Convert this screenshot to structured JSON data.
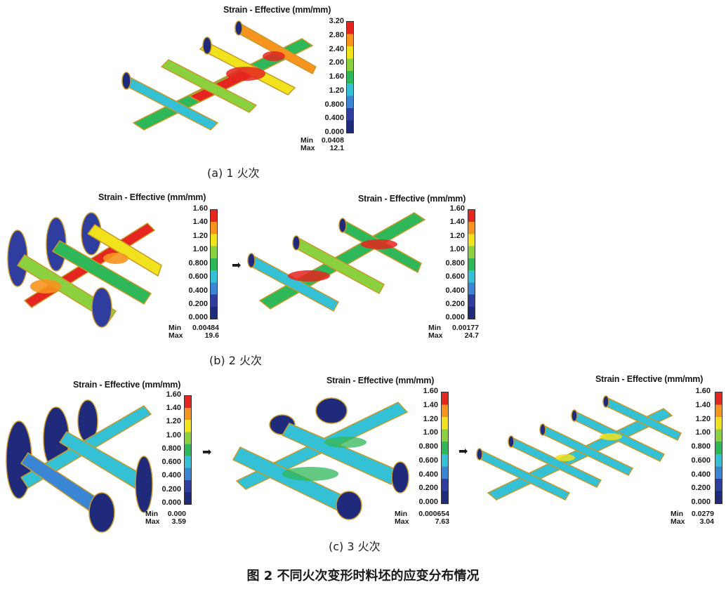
{
  "legend_title": "Strain - Effective (mm/mm)",
  "min_label": "Min",
  "max_label": "Max",
  "arrow_glyph": "➡",
  "colors": [
    "#1f2a7a",
    "#2e3d9e",
    "#3a86d4",
    "#34c1d6",
    "#2fb85a",
    "#8bd13f",
    "#f0e21c",
    "#f7941e",
    "#e5251f"
  ],
  "panel_a": {
    "ticks": [
      "3.20",
      "2.80",
      "2.40",
      "2.00",
      "1.60",
      "1.20",
      "0.800",
      "0.400",
      "0.000"
    ],
    "min": "0.0408",
    "max": "12.1",
    "caption": "(a) 1 火次"
  },
  "panel_b": {
    "caption": "(b) 2 火次",
    "left": {
      "ticks": [
        "1.60",
        "1.40",
        "1.20",
        "1.00",
        "0.800",
        "0.600",
        "0.400",
        "0.200",
        "0.000"
      ],
      "min": "0.00484",
      "max": "19.6"
    },
    "right": {
      "ticks": [
        "1.60",
        "1.40",
        "1.20",
        "1.00",
        "0.800",
        "0.600",
        "0.400",
        "0.200",
        "0.000"
      ],
      "min": "0.00177",
      "max": "24.7"
    }
  },
  "panel_c": {
    "caption": "(c) 3 火次",
    "left": {
      "ticks": [
        "1.60",
        "1.40",
        "1.20",
        "1.00",
        "0.800",
        "0.600",
        "0.400",
        "0.200",
        "0.000"
      ],
      "min": "0.000",
      "max": "3.59"
    },
    "middle": {
      "ticks": [
        "1.60",
        "1.40",
        "1.20",
        "1.00",
        "0.800",
        "0.600",
        "0.400",
        "0.200",
        "0.000"
      ],
      "min": "0.000654",
      "max": "7.63"
    },
    "right": {
      "ticks": [
        "1.60",
        "1.40",
        "1.20",
        "1.00",
        "0.800",
        "0.600",
        "0.400",
        "0.200",
        "0.000"
      ],
      "min": "0.0279",
      "max": "3.04"
    }
  },
  "figure_caption": "图 2  不同火次变形时料坯的应变分布情况"
}
